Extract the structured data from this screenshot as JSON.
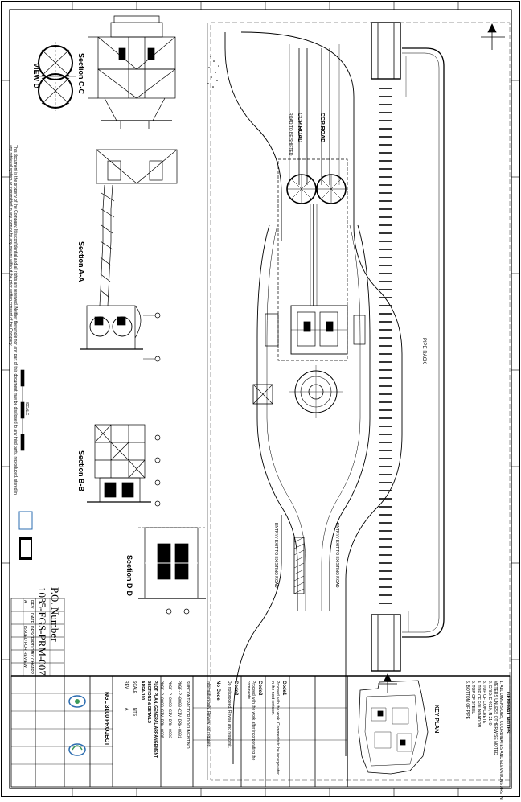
{
  "sheet": {
    "section_labels": {
      "view_d": "VIEW D",
      "section_cc": "Section C-C",
      "section_aa": "Section A-A",
      "section_bb": "Section B-B",
      "section_dd": "Section D-D",
      "key_plan": "KEY PLAN"
    },
    "plan_labels": {
      "road_left": "CCP ROAD",
      "road_right": "CCP ROAD",
      "road_note": "ROAD TO BE SHIFTED",
      "pipe_rack": "PIPE RACK",
      "entry_left": "ENTRY / EXIT TO EXISTING ROAD",
      "entry_right": "ENTRY / EXIT TO EXISTING ROAD"
    },
    "general_notes": {
      "heading": "GENERAL NOTES",
      "lines": [
        "1. ALL DIMENSIONS, COORDINATES AND ELEVATIONS ARE IN",
        "   METERS UNLESS OTHERWISE NOTED",
        "2. GRID: E 4010, N 2140",
        "3. TOP OF CONCRETE",
        "4. TOP OF FOUNDATION",
        "5. TOP OF STEEL",
        "6. BOTTOM OF PIPE"
      ]
    },
    "po": {
      "label": "P.O. Number",
      "value": "1035-FGS-PRM-007"
    },
    "ownership_note": "This document is the property of the Company. It is confidential and all rights are reserved. Neither the whole nor any part of this document may be disclosed to any third party, reproduced, stored in any retrieval system or transmitted in any form or by any means without the prior written consent of the Company.",
    "codes": {
      "code1": "Code1",
      "code1_text": "Proceed with the work. Comments to be incorporated in the next revision.",
      "code2": "Code2",
      "code2_text": "Proceed with the work after incorporating the comments.",
      "code3": "Code3",
      "code3_text": "Do not proceed. Revise and resubmit.",
      "nocode": "No Code",
      "nocode_text": "Information only. Review not required."
    },
    "title_block": {
      "project": "NGL 3100 PROJECT",
      "subcontractor": "SUBCONTRACTOR DOCUMENT NO.",
      "doc_no_1": "PNGF-P-0000-CIV-DRW-0001",
      "doc_no_2": "PNGF-P-0000-CIV-DRW-0003",
      "doc_no_3": "PNGF-P-0000-CIV-DRW-0005",
      "title_line_1": "PLOT PLAN, GENERAL ARRANGEMENT",
      "title_line_2": "SECTIONS & DETAILS",
      "title_line_3": "AREA-100",
      "scale_label": "SCALE",
      "scale_value": "NTS",
      "rev_label": "REV",
      "rev_value": "A"
    },
    "revision_table": {
      "header": [
        "REV",
        "DATE",
        "DESCRIPTION",
        "BY",
        "CHK",
        "APP"
      ],
      "rows": [
        [
          "A",
          "",
          "ISSUED FOR REVIEW",
          "",
          "",
          ""
        ]
      ]
    },
    "scale_bar": "SCALE",
    "colors": {
      "ink": "#000000",
      "paper": "#ffffff",
      "logo_blue": "#2b6cb0",
      "logo_green": "#3a9a5b"
    },
    "icons": [
      "north-arrow-icon",
      "north-arrow-icon",
      "company-logo-icon",
      "client-logo-icon"
    ]
  }
}
